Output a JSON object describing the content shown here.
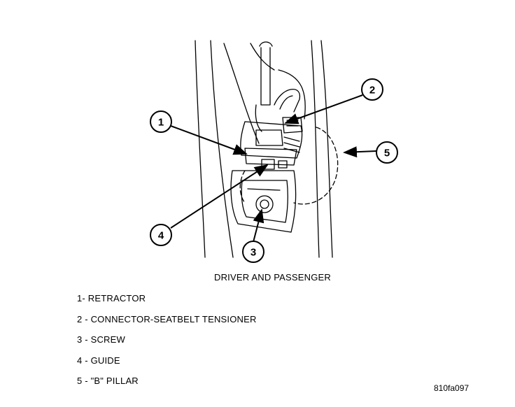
{
  "diagram": {
    "caption": "DRIVER AND PASSENGER",
    "callouts": [
      "1",
      "2",
      "3",
      "4",
      "5"
    ],
    "legend": [
      "1- RETRACTOR",
      "2 - CONNECTOR-SEATBELT TENSIONER",
      "3 - SCREW",
      "4 - GUIDE",
      "5 - \"B\" PILLAR"
    ],
    "figure_id": "810fa097"
  }
}
